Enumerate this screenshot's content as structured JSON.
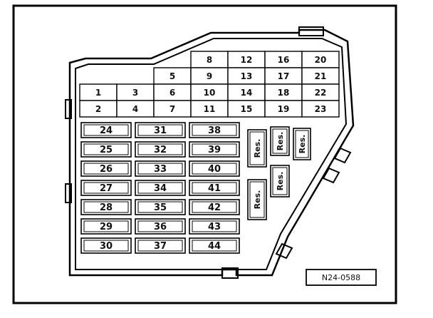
{
  "diagram": {
    "grid_rows": [
      [
        "",
        "",
        "",
        "8",
        "12",
        "16",
        "20"
      ],
      [
        "",
        "",
        "5",
        "9",
        "13",
        "17",
        "21"
      ],
      [
        "1",
        "3",
        "6",
        "10",
        "14",
        "18",
        "22"
      ],
      [
        "2",
        "4",
        "7",
        "11",
        "15",
        "19",
        "23"
      ]
    ],
    "fuse_columns": [
      [
        "24",
        "25",
        "26",
        "27",
        "28",
        "29",
        "30"
      ],
      [
        "31",
        "32",
        "33",
        "34",
        "35",
        "36",
        "37"
      ],
      [
        "38",
        "39",
        "40",
        "41",
        "42",
        "43",
        "44"
      ]
    ],
    "reserve_label": "Res.",
    "reference_code": "N24-0588"
  }
}
